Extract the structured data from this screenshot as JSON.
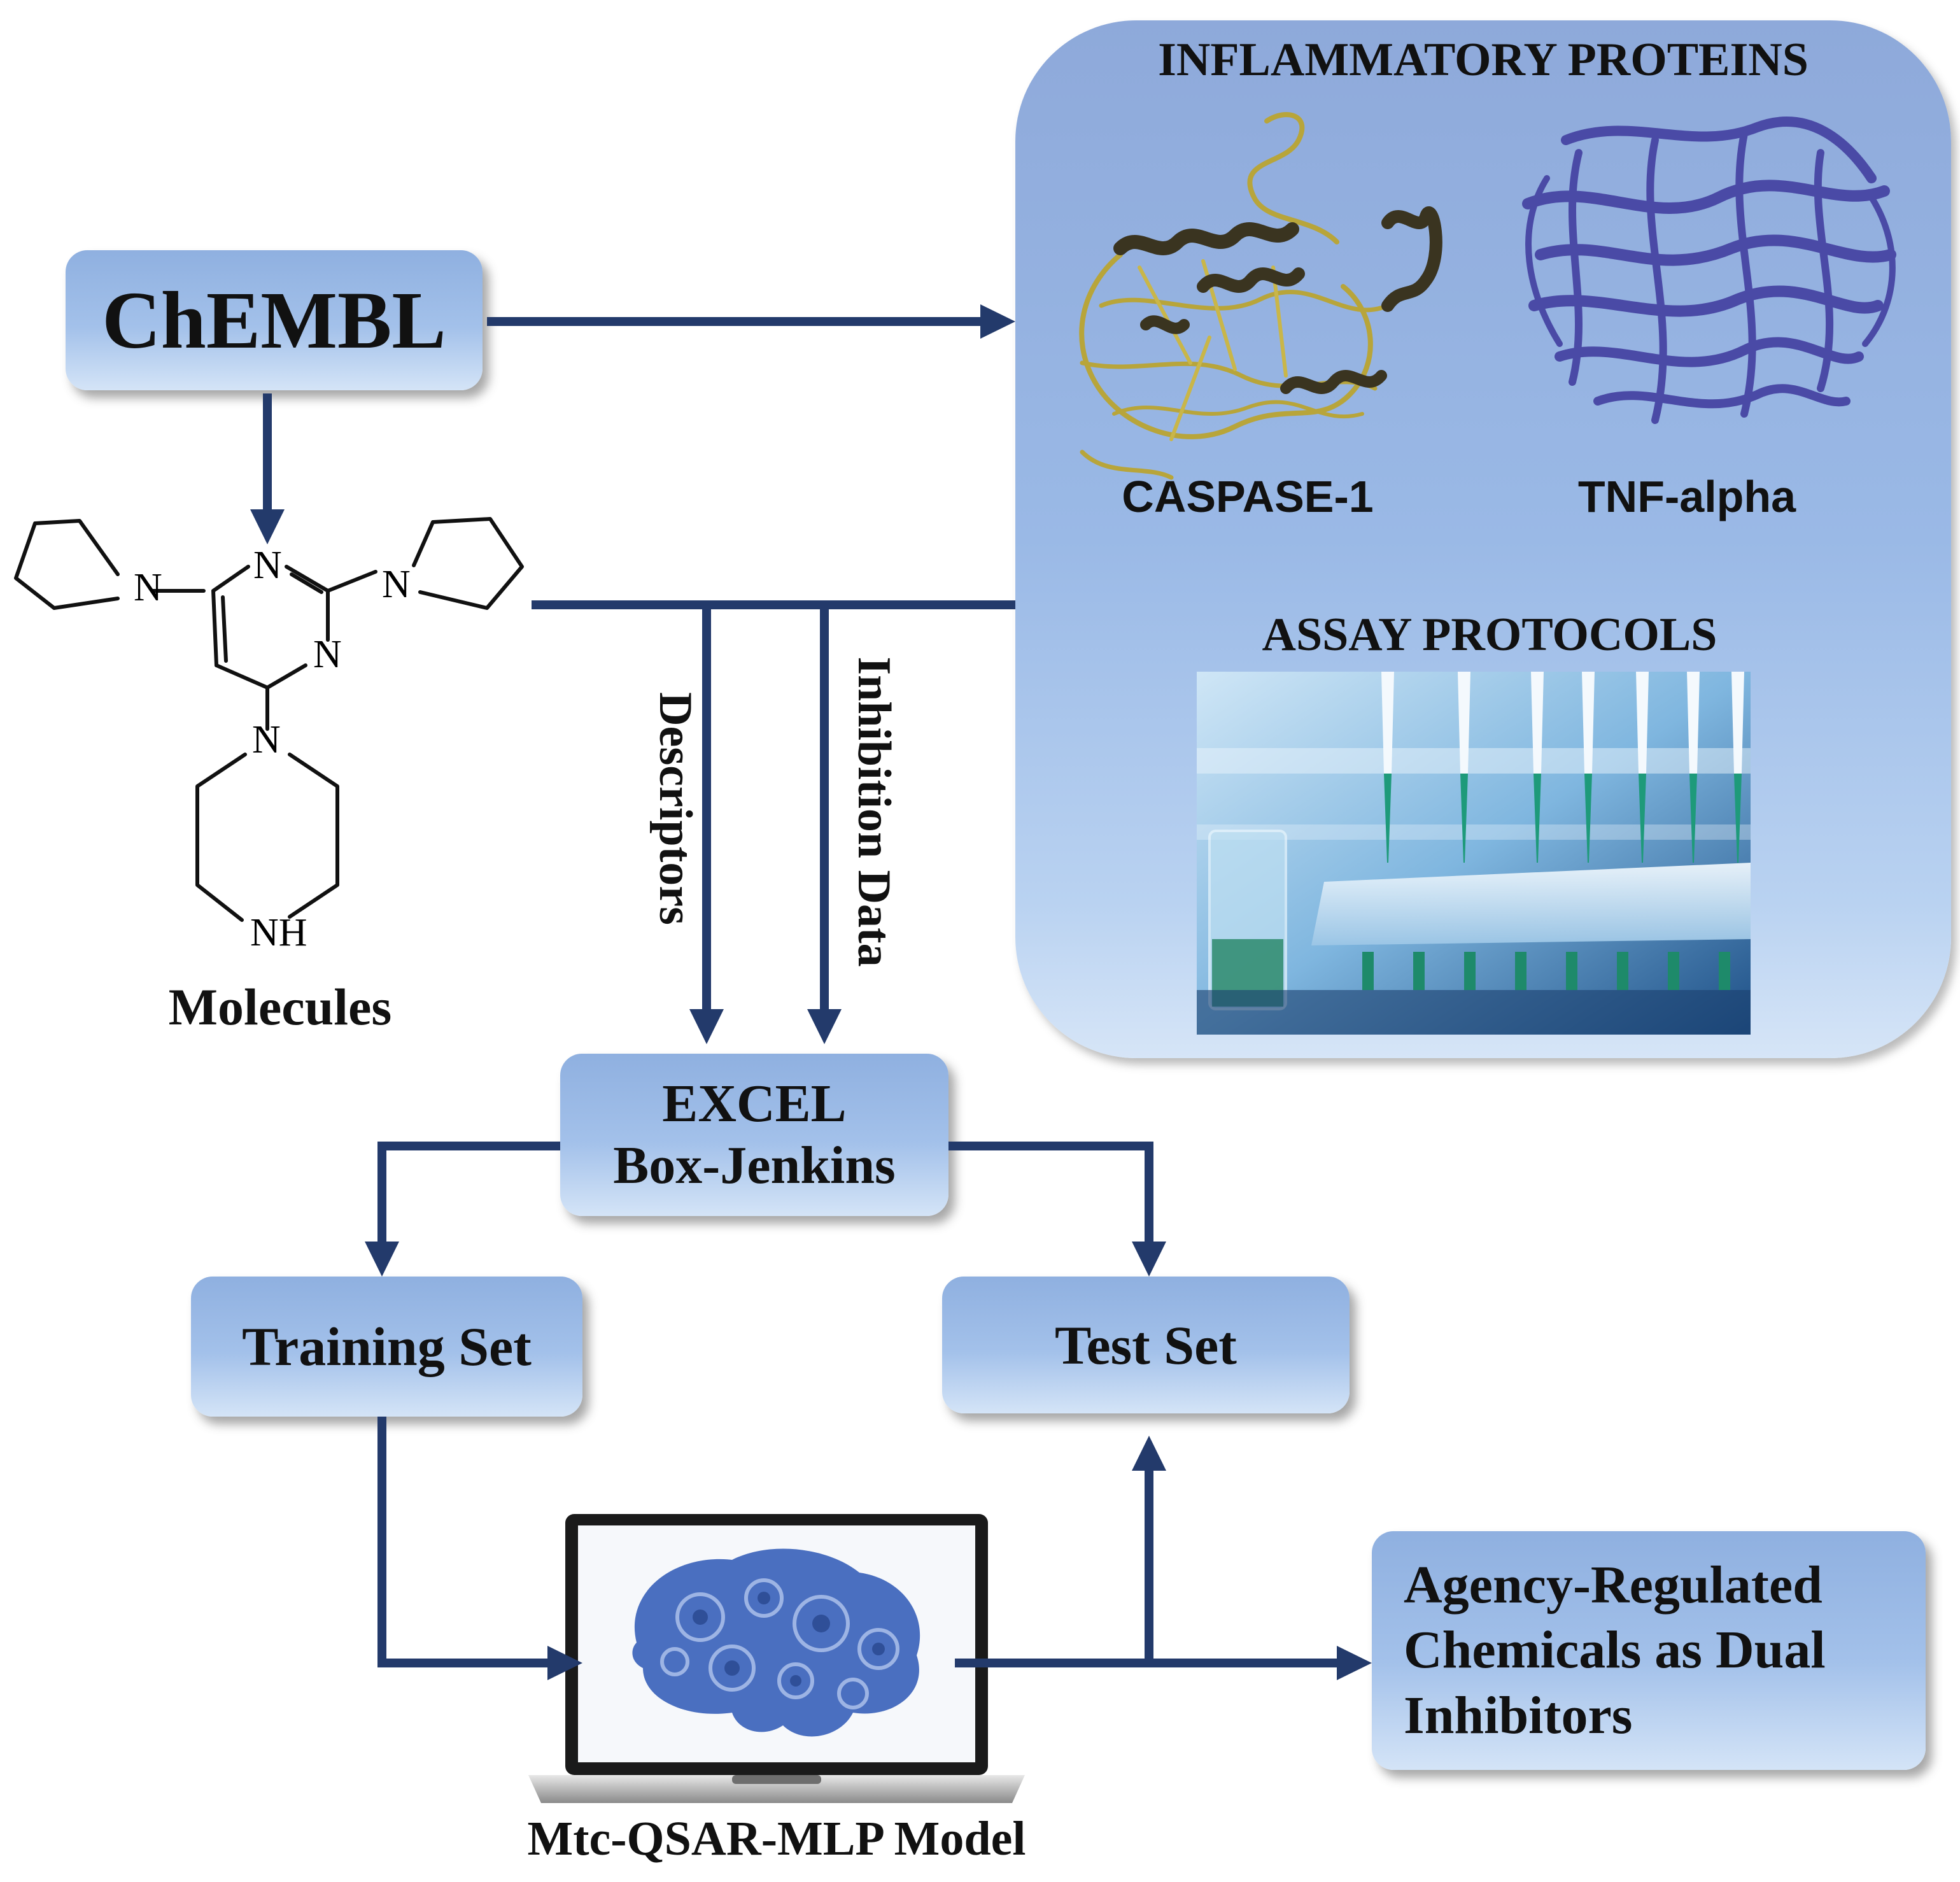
{
  "nodes": {
    "chembl": "ChEMBL",
    "excel": "EXCEL",
    "box_jenkins": "Box-Jenkins",
    "training_set": "Training Set",
    "test_set": "Test Set",
    "result_line1": "Agency-Regulated",
    "result_line2": "Chemicals as Dual",
    "result_line3": "Inhibitors"
  },
  "panel": {
    "title": "INFLAMMATORY PROTEINS",
    "protein_1": "CASPASE-1",
    "protein_2": "TNF-alpha",
    "assay_title": "ASSAY PROTOCOLS"
  },
  "molecule": {
    "atom_n": "N",
    "atom_nh": "NH",
    "caption": "Molecules"
  },
  "edges": {
    "descriptors": "Descriptors",
    "inhibition_data": "Inhibition Data"
  },
  "model": {
    "caption": "Mtc-QSAR-MLP Model"
  },
  "colors": {
    "arrow": "#233a6b",
    "box_top": "#8fb0e0",
    "box_bottom": "#d4e4f7",
    "caspase": "#b8a53a",
    "caspase_helix": "#3a3420",
    "tnf": "#4a4aa6",
    "brain": "#4a6fc0"
  }
}
